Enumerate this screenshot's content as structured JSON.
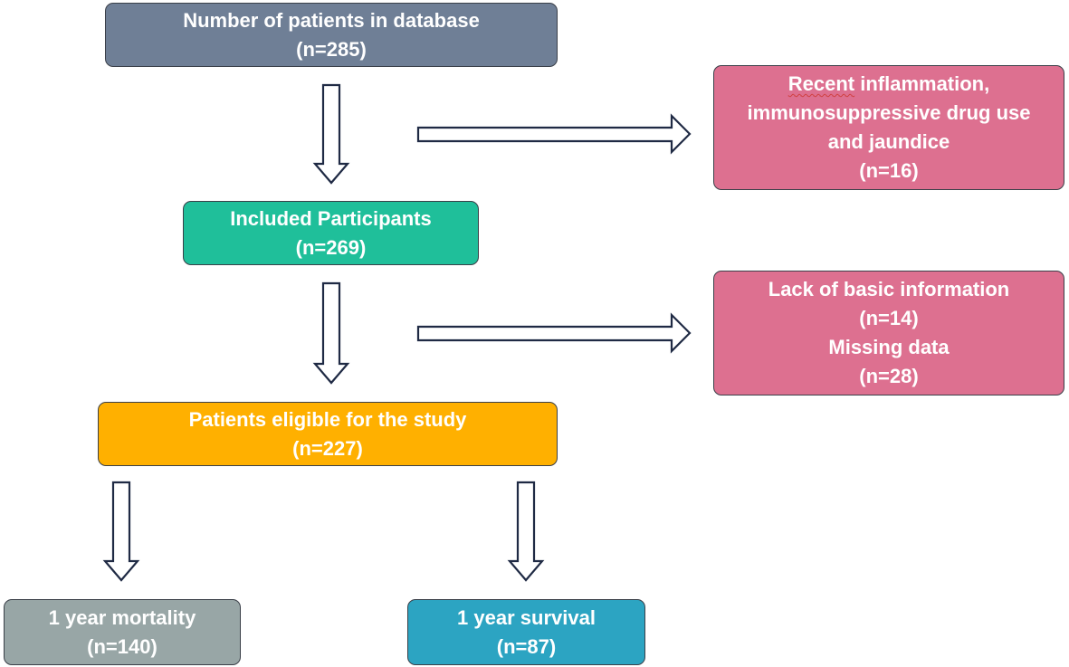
{
  "boxes": {
    "database": {
      "title": "Number of patients in database",
      "count": "(n=285)"
    },
    "excluded_1": {
      "line1_word": "Recent",
      "line1_rest": " inflammation,",
      "line2": "immunosuppressive drug use",
      "line3": "and jaundice",
      "count": "(n=16)"
    },
    "included": {
      "title": "Included Participants",
      "count": "(n=269)"
    },
    "excluded_2": {
      "line1": "Lack of basic information",
      "count1": "(n=14)",
      "line2": "Missing data",
      "count2": "(n=28)"
    },
    "eligible": {
      "title": "Patients eligible for the study",
      "count": "(n=227)"
    },
    "mortality": {
      "title": "1 year mortality",
      "count": "(n=140)"
    },
    "survival": {
      "title": "1 year survival",
      "count": "(n=87)"
    }
  },
  "colors": {
    "database": "#6f7f96",
    "included": "#1fbf9a",
    "eligible": "#ffb000",
    "excluded": "#dd7090",
    "mortality": "#98a6a6",
    "survival": "#2ca4c2",
    "arrow_stroke": "#1f2a44"
  }
}
